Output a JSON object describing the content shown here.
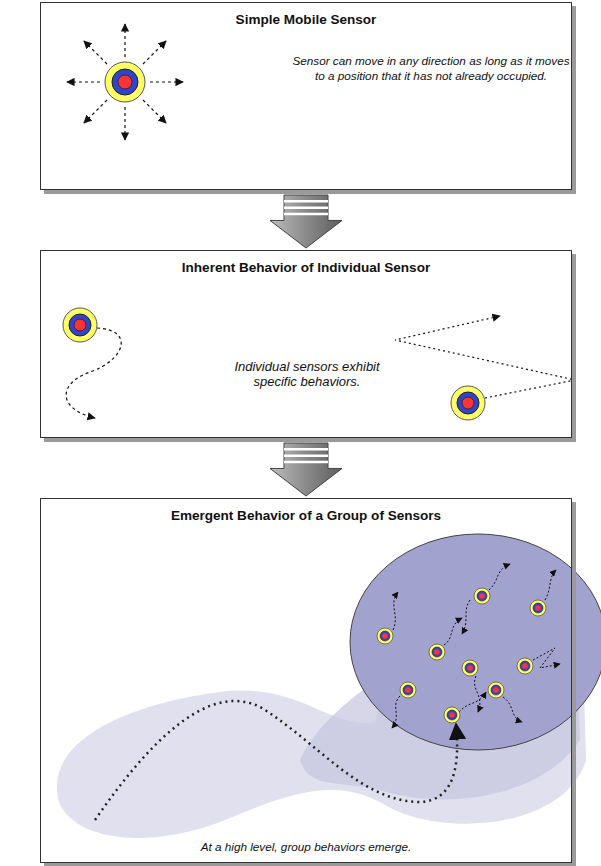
{
  "diagram": {
    "nodes": [
      {
        "text": [
          "Simple Mobile Sensor",
          "Sensor can move in any direction as long as it moves to a position that it has not already occupied."
        ]
      },
      {
        "text": [
          "Inherent Behavior of Individual Sensor",
          "Individual sensors exhibit specific behaviors."
        ]
      },
      {
        "text": [
          "Emergent Behavior of a Group of Sensors",
          "At a high level, group behaviors emerge."
        ]
      }
    ],
    "edges": [
      {
        "from": 0,
        "to": 1,
        "arrow": "to"
      },
      {
        "from": 1,
        "to": 2,
        "arrow": "to"
      }
    ]
  }
}
